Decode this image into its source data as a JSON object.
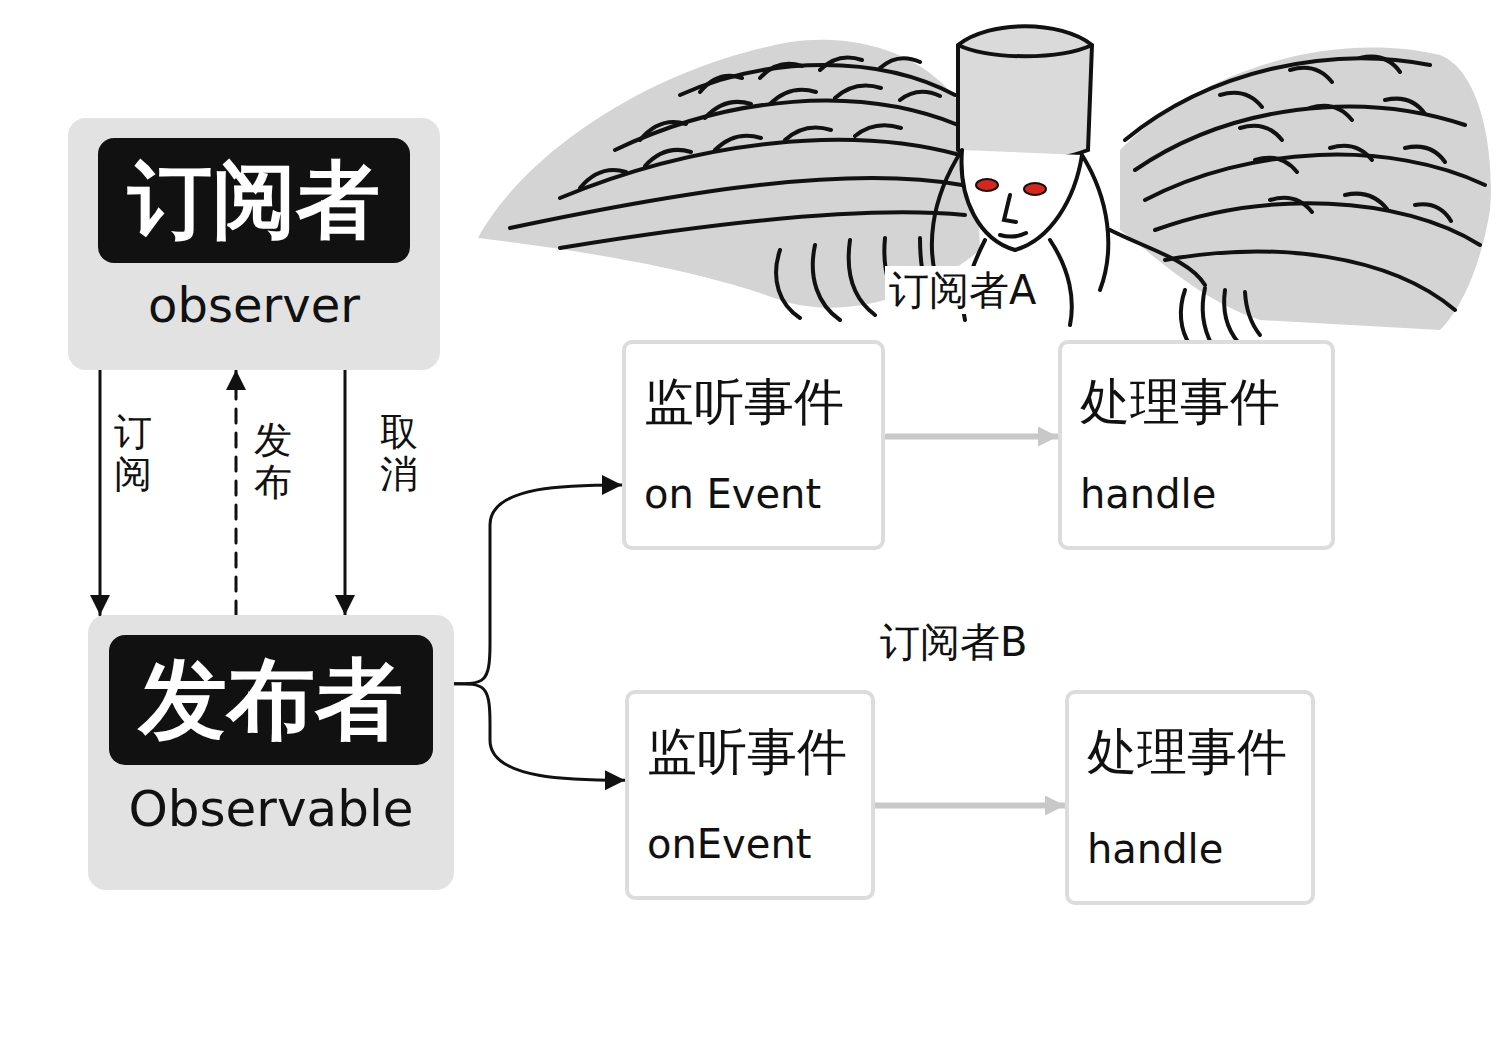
{
  "diagram": {
    "nodes": [
      {
        "text": [
          "订阅者",
          "observer"
        ]
      },
      {
        "text": [
          "发布者",
          "Observable"
        ]
      },
      {
        "text": [
          "监听事件",
          "on Event"
        ]
      },
      {
        "text": [
          "处理事件",
          "handle"
        ]
      },
      {
        "text": [
          "监听事件",
          "onEvent"
        ]
      },
      {
        "text": [
          "处理事件",
          "handle"
        ]
      }
    ],
    "edges": [
      {
        "from": 0,
        "to": 1,
        "label": "订阅",
        "arrow": "to"
      },
      {
        "from": 1,
        "to": 0,
        "label": "发布",
        "arrow": "to"
      },
      {
        "from": 0,
        "to": 1,
        "label": "取消",
        "arrow": "to"
      },
      {
        "from": 1,
        "to": 2,
        "arrow": "to"
      },
      {
        "from": 1,
        "to": 4,
        "arrow": "to"
      },
      {
        "from": 2,
        "to": 3,
        "arrow": "to"
      },
      {
        "from": 4,
        "to": 5,
        "arrow": "to"
      }
    ],
    "labels": [
      "订阅者A",
      "订阅者B"
    ]
  }
}
